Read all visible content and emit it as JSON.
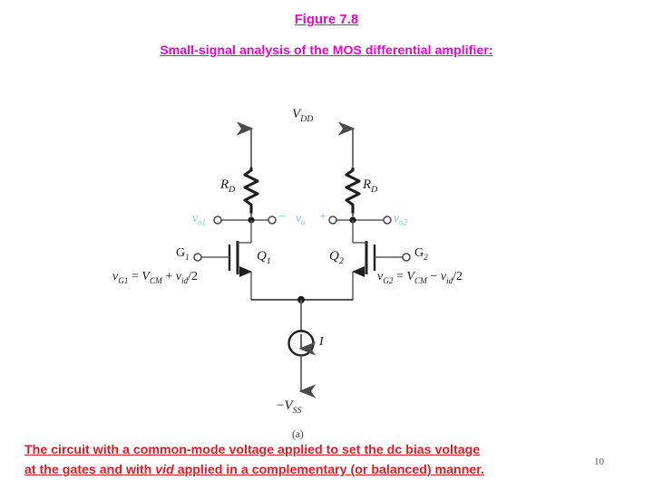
{
  "slide": {
    "title": "Figure 7.8",
    "subtitle": "Small-signal analysis of the MOS differential amplifier:",
    "slide_number": "10",
    "figure_label": "(a)",
    "caption_line1": "The circuit with a common-mode voltage applied to set the dc bias voltage",
    "caption_line2_part1": "at the gates and with ",
    "caption_line2_italic": "vid",
    "caption_line2_part2": " applied in a complementary (or balanced) manner.",
    "colors": {
      "heading": "#ef00c8",
      "caption": "#e01b24",
      "signal_label": "#6ec6d8",
      "wire": "#5a5a5a",
      "component": "#1a1a1a"
    }
  },
  "circuit": {
    "type": "MOS differential amplifier",
    "supply_top": "VDD",
    "supply_bottom": "-VSS",
    "resistor_left": "RD",
    "resistor_right": "RD",
    "transistor_left": "Q1",
    "transistor_right": "Q2",
    "gate_terminal_left": "G1",
    "gate_terminal_right": "G2",
    "output_left": "vo1",
    "output_right": "vo2",
    "output_diff": "vo",
    "polarity_minus": "−",
    "polarity_plus": "+",
    "current_source": "I",
    "equation_left": "vG1 = VCM + vid/2",
    "equation_right": "vG2 = VCM − vid/2",
    "labels": {
      "vdd_v": "V",
      "vdd_sub": "DD",
      "vss_minus": "−",
      "vss_v": "V",
      "vss_sub": "SS",
      "rd_r": "R",
      "rd_sub": "D",
      "q_letter": "Q",
      "q1_sub": "1",
      "q2_sub": "2",
      "g_letter": "G",
      "g1_sub": "1",
      "g2_sub": "2",
      "v_letter": "v",
      "o1_sub": "o1",
      "o2_sub": "o2",
      "o_sub": "o",
      "i_letter": "I",
      "eq_v": "v",
      "eq_g1_sub": "G1",
      "eq_g2_sub": "G2",
      "eq_equals": "=",
      "eq_vcm_v": "V",
      "eq_vcm_sub": "CM",
      "eq_plus": "+",
      "eq_minus": "−",
      "eq_vid_v": "v",
      "eq_vid_sub": "id",
      "eq_half": "/2"
    }
  }
}
